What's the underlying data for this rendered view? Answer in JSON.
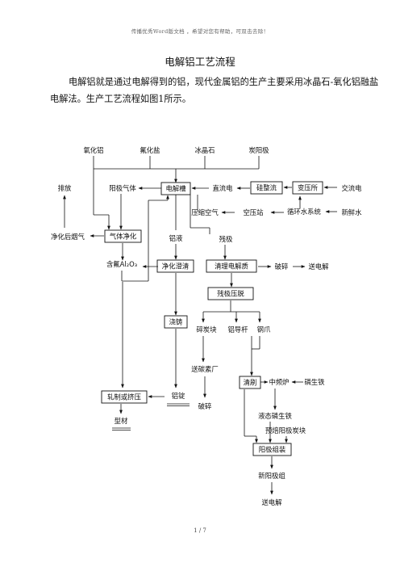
{
  "header": "传播优秀Word版文档 ，希望对您有帮助，可双击去除！",
  "title": "电解铝工艺流程",
  "paragraph": "电解铝就是通过电解得到的铝，现代金属铝的生产主要采用冰晶石-氧化铝融盐电解法。生产工艺流程如图1所示。",
  "diagram": {
    "raw_materials": [
      "氧化铝",
      "氟化盐",
      "冰晶石",
      "炭阳极"
    ],
    "paifang": "排放",
    "yangji_qiti": "阳极气体",
    "dianjiecao": "电解槽",
    "zhiliudian": "直流电",
    "guizhengliu": "硅整流",
    "bianyasuo": "变压所",
    "jiaoliudian": "交流电",
    "yasuo_kongqi": "压缩空气",
    "kongyazhan": "空压站",
    "xunhuanshui": "循环水系统",
    "xinxianshui": "新鲜水",
    "jinghua_yanqi": "净化后烟气",
    "qiti_jinghua": "气体净化",
    "lüye": "铝液",
    "canji": "残极",
    "hanfu_al2o3": "含氟Al₂O₃",
    "jinghua_chengqing": "净化澄清",
    "qingli_dianjiezhi": "清理电解质",
    "posui": "破碎",
    "song_dianjie": "送电解",
    "canji_yatuo": "残极压脱",
    "jiaozhu": "浇铸",
    "suitankuai": "碎炭块",
    "lüdaogan": "铝导杆",
    "gangzhao": "钢爪",
    "song_tansuchang": "送碳素厂",
    "qingshua": "清刷",
    "zhongpinlu": "中频炉",
    "linshengtie": "磷生铁",
    "yetai_linshengtie": "液态磷生铁",
    "yubei_yangji": "预焙阳极炭块",
    "zhazhi_jiya": "轧制或挤压",
    "lüding": "铝锭",
    "xingcai": "型材",
    "posui2": "破碎",
    "yangji_zuzhuang": "阳极组装",
    "xin_yangjizu": "新阳极组",
    "song_dianjie2": "送电解"
  },
  "footer": "1 / 7"
}
